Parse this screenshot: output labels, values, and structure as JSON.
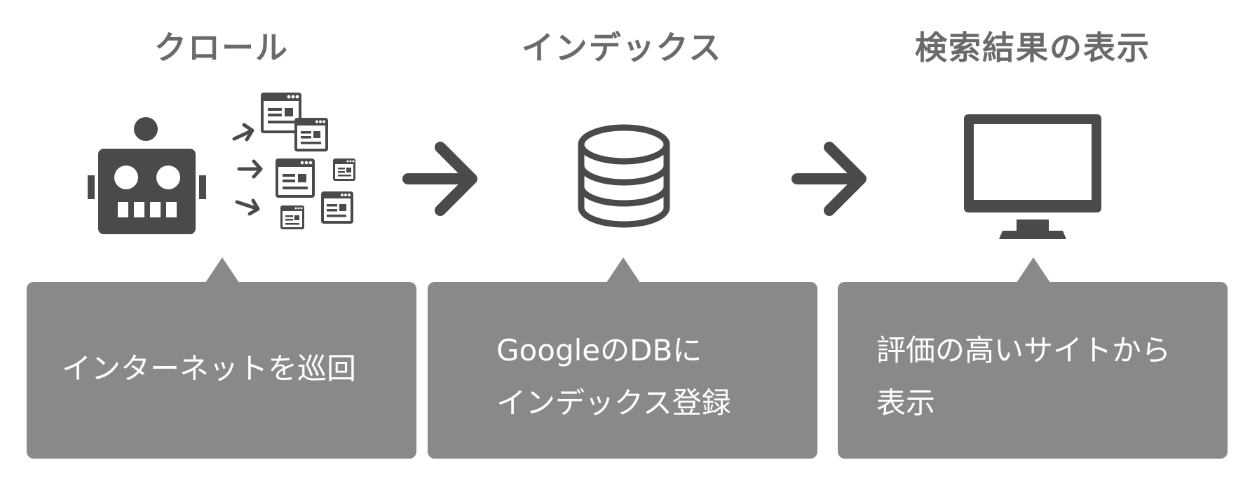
{
  "stages": [
    {
      "title": "クロール",
      "description_lines": [
        "インターネットを巡回"
      ],
      "icon": "robot-crawling-pages-icon"
    },
    {
      "title": "インデックス",
      "description_lines": [
        "GoogleのDBに",
        "インデックス登録"
      ],
      "icon": "database-icon"
    },
    {
      "title": "検索結果の表示",
      "description_lines": [
        "評価の高いサイトから",
        "表示"
      ],
      "icon": "monitor-icon"
    }
  ],
  "flow_arrows": [
    "arrow-right-icon",
    "arrow-right-icon"
  ],
  "colors": {
    "icon": "#4a4a4a",
    "title": "#6a6a6a",
    "callout": "#898989",
    "callout_text": "#ffffff"
  }
}
